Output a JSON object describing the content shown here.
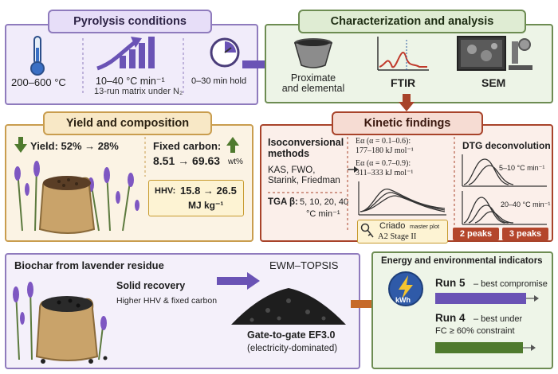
{
  "pyrolysis": {
    "title": "Pyrolysis conditions",
    "temp_range": "200–600 °C",
    "heating_rate": "10–40 °C min⁻¹",
    "run_matrix": "13-run matrix under N₂",
    "hold_time": "0–30 min hold"
  },
  "characterization": {
    "title": "Characterization and analysis",
    "proximate": "Proximate\nand elemental",
    "ftir": "FTIR",
    "sem": "SEM"
  },
  "yield": {
    "title": "Yield and composition",
    "yield_label": "Yield: 52% → 28%",
    "fixed_carbon_label": "Fixed carbon:",
    "fixed_carbon_value": "8.51 → 69.63",
    "fixed_carbon_unit": "wt%",
    "hhv_label": "HHV:",
    "hhv_value": "15.8 → 26.5",
    "hhv_unit": "MJ kg⁻¹"
  },
  "kinetics": {
    "title": "Kinetic findings",
    "iso_heading": "Isoconversional\nmethods",
    "iso_methods": "KAS, FWO,\nStarink, Friedman",
    "tga_label": "TGA β:",
    "tga_values": "5, 10, 20, 40",
    "tga_unit": "°C min⁻¹",
    "ea_low": "Eα (α = 0.1–0.6):\n177–180 kJ mol⁻¹",
    "ea_high": "Eα (α = 0.7–0.9):\n311–333 kJ mol⁻¹",
    "criado_label": "Criado",
    "criado_suffix": "master plot",
    "criado_stage": "A2 Stage II",
    "dtg_heading": "DTG deconvolution",
    "dtg_low": "5–10 °C min⁻¹",
    "dtg_high": "20–40 °C min⁻¹",
    "peaks_2": "2 peaks",
    "peaks_3": "3 peaks"
  },
  "biochar": {
    "title": "Biochar from lavender residue",
    "solid_recovery": "Solid recovery",
    "solid_note": "Higher HHV & fixed carbon",
    "ewm": "EWM–TOPSIS",
    "gate": "Gate-to-gate EF3.0",
    "gate_note": "(electricity-dominated)"
  },
  "energy": {
    "title": "Energy and environmental indicators",
    "kwh": "kWh",
    "run5": "Run 5",
    "run5_note": "– best compromise",
    "run4": "Run 4",
    "run4_note": "– best under",
    "run4_note2": "FC ≥ 60% constraint"
  },
  "colors": {
    "purple": "#7e6aa8",
    "green": "#5c7a3e",
    "brown": "#8a5a3a",
    "orange": "#c66a2a",
    "run5_bar": "#6a53b5",
    "run4_bar": "#4f7a2e"
  }
}
